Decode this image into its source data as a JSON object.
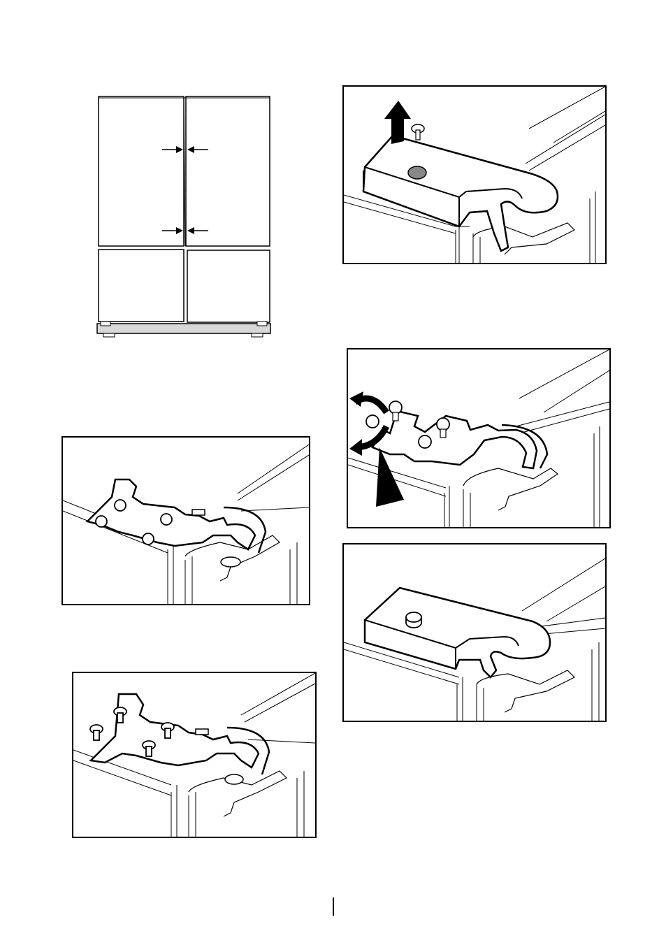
{
  "page": {
    "figures": [
      {
        "id": "fridge-front",
        "icon": "fridge-door-alignment-diagram"
      },
      {
        "id": "hinge-cover-removal",
        "icon": "hinge-cover-lift-diagram"
      },
      {
        "id": "hinge-adjust-rotate",
        "icon": "hinge-screw-rotate-diagram"
      },
      {
        "id": "hinge-plate-bare",
        "icon": "hinge-plate-diagram"
      },
      {
        "id": "hinge-cover-installed",
        "icon": "hinge-cover-installed-diagram"
      },
      {
        "id": "hinge-plate-screws",
        "icon": "hinge-plate-screws-diagram"
      }
    ],
    "colors": {
      "line": "#000000",
      "fill": "#ffffff",
      "knob": "#888888",
      "base": "#d9d9d9"
    }
  }
}
